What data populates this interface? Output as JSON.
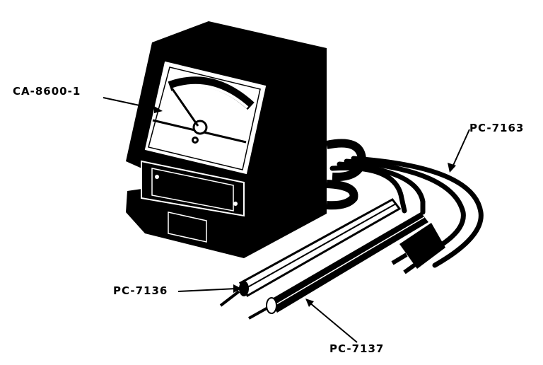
{
  "labels": {
    "meter": "CA-8600-1",
    "power_cord": "PC-7163",
    "probe_left": "PC-7136",
    "probe_right": "PC-7137"
  },
  "colors": {
    "ink": "#000000",
    "paper": "#ffffff"
  }
}
